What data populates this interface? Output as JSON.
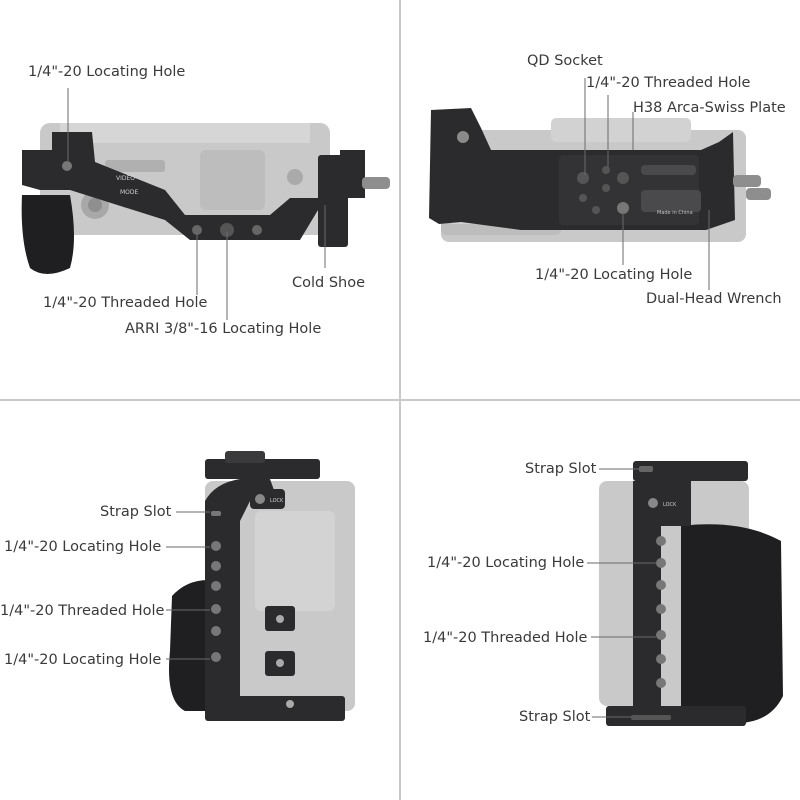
{
  "colors": {
    "cage_black": "#2b2b2d",
    "cage_dark": "#3a3a3c",
    "camera_gray": "#b9b9b9",
    "camera_light": "#cfcfcf",
    "grip_rubber": "#1c1c1e",
    "callout_line": "#6a6a6a",
    "divider": "#c8c8c8"
  },
  "panels": {
    "top_left": {
      "view": "top view",
      "labels": {
        "locating_hole": "1/4\"-20 Locating Hole",
        "threaded_hole": "1/4\"-20 Threaded Hole",
        "arri_hole": "ARRI 3/8\"-16 Locating Hole",
        "cold_shoe": "Cold Shoe"
      },
      "printed_text": {
        "mode": "MODE",
        "video": "VIDEO"
      }
    },
    "top_right": {
      "view": "bottom view",
      "labels": {
        "qd_socket": "QD Socket",
        "threaded_hole": "1/4\"-20 Threaded Hole",
        "arca_plate": "H38 Arca-Swiss Plate",
        "locating_hole": "1/4\"-20 Locating Hole",
        "wrench": "Dual-Head Wrench"
      },
      "printed_text": {
        "made_in": "Made in China"
      }
    },
    "bottom_left": {
      "view": "side view (left)",
      "labels": {
        "strap_slot": "Strap Slot",
        "locating_hole_1": "1/4\"-20 Locating Hole",
        "threaded_hole": "1/4\"-20 Threaded Hole",
        "locating_hole_2": "1/4\"-20 Locating Hole"
      },
      "printed_text": {
        "lock": "LOCK"
      }
    },
    "bottom_right": {
      "view": "side view (right)",
      "labels": {
        "strap_slot_top": "Strap Slot",
        "locating_hole": "1/4\"-20 Locating Hole",
        "threaded_hole": "1/4\"-20 Threaded Hole",
        "strap_slot_bottom": "Strap Slot"
      },
      "printed_text": {
        "lock": "LOCK"
      }
    }
  }
}
